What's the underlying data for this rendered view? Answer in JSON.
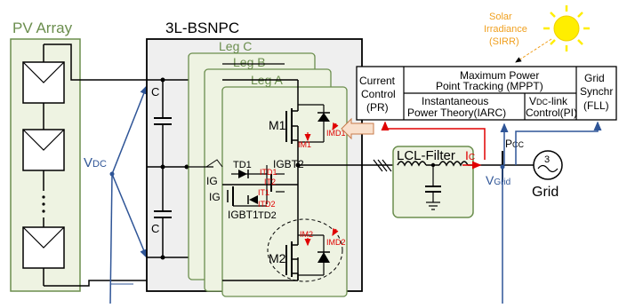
{
  "pv_array": {
    "title": "PV Array",
    "ellipsis": "·\n·\n·"
  },
  "converter": {
    "title": "3L-BSNPC",
    "legs": [
      "Leg C",
      "Leg B",
      "Leg A"
    ],
    "capacitor_label": "C",
    "vdc_label": "V",
    "vdc_sub": "DC",
    "devices": {
      "m1": "M1",
      "m2": "M2",
      "td1": "TD1",
      "td2": "TD2",
      "igbt1": "IGBT1",
      "igbt2": "IGBT2",
      "ig_a": "IG",
      "ig_b": "IG"
    },
    "currents": {
      "im1": "IM1",
      "imd1": "IMD1",
      "itd1": "ITD1",
      "it2": "IT2",
      "it1": "IT1",
      "itd2": "ITD2",
      "im2": "IM2",
      "imd2": "IMD2"
    }
  },
  "filter": {
    "title": "LCL-Filter",
    "current_label": "I",
    "current_sub": "C"
  },
  "grid": {
    "pcc_label": "P",
    "pcc_sub": "CC",
    "voltage_label": "V",
    "voltage_sub": "Grid",
    "phase_count": "3",
    "title": "Grid"
  },
  "solar": {
    "line1": "Solar",
    "line2": "Irradiance",
    "line3": "(SIRR)"
  },
  "control": {
    "current_control": [
      "Current",
      "Control",
      "(PR)"
    ],
    "mppt": [
      "Maximum Power",
      "Point Tracking (MPPT)"
    ],
    "iarc": [
      "Instantaneous",
      "Power Theory(IARC)"
    ],
    "vdc_control_prefix": "V",
    "vdc_control_sub": "DC",
    "vdc_control_rest": "-link",
    "vdc_control_line2": "Control(PI)",
    "grid_sync": [
      "Grid",
      "Synchr",
      "(FLL)"
    ]
  },
  "colors": {
    "green_fill": "#eef3e2",
    "green_stroke": "#6b8e4e",
    "blue": "#2f5597",
    "red": "#e00000",
    "orange": "#f0a020",
    "sun": "#ffee00",
    "gray_fill": "#efefef"
  }
}
